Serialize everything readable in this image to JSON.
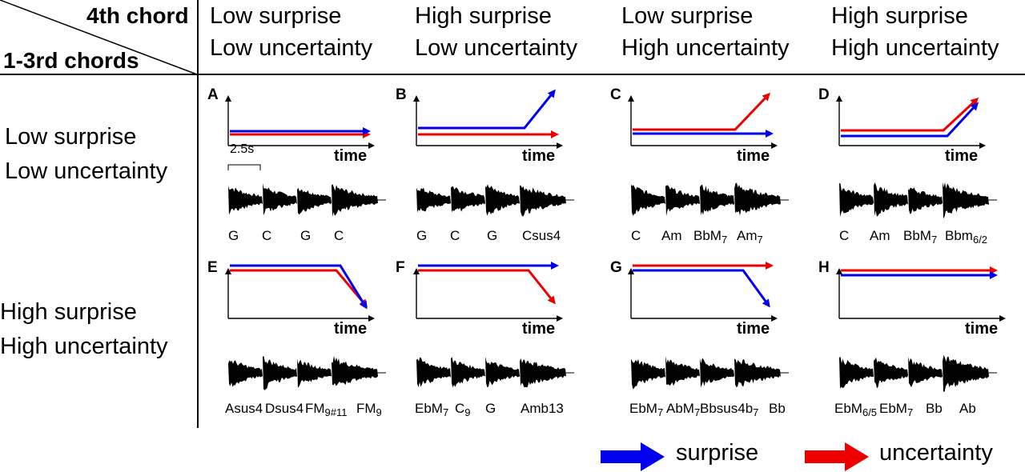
{
  "corner": {
    "top": "4th chord",
    "bottom": "1-3rd chords"
  },
  "columns": [
    {
      "line1": "Low surprise",
      "line2": "Low uncertainty"
    },
    {
      "line1": "High surprise",
      "line2": "Low uncertainty"
    },
    {
      "line1": "Low surprise",
      "line2": "High uncertainty"
    },
    {
      "line1": "High surprise",
      "line2": "High uncertainty"
    }
  ],
  "rows": [
    {
      "line1": "Low surprise",
      "line2": "Low uncertainty"
    },
    {
      "line1": "High surprise",
      "line2": "High uncertainty"
    }
  ],
  "axis_label": "time",
  "scale_bar": "2.5s",
  "panels": [
    {
      "letter": "A",
      "chords": [
        [
          "G",
          ""
        ],
        [
          "C",
          ""
        ],
        [
          "G",
          ""
        ],
        [
          "C",
          ""
        ]
      ]
    },
    {
      "letter": "B",
      "chords": [
        [
          "G",
          ""
        ],
        [
          "C",
          ""
        ],
        [
          "G",
          ""
        ],
        [
          "Csus4",
          ""
        ]
      ]
    },
    {
      "letter": "C",
      "chords": [
        [
          "C",
          ""
        ],
        [
          "Am",
          ""
        ],
        [
          "BbM",
          "7"
        ],
        [
          "Am",
          "7"
        ]
      ]
    },
    {
      "letter": "D",
      "chords": [
        [
          "C",
          ""
        ],
        [
          "Am",
          ""
        ],
        [
          "BbM",
          "7"
        ],
        [
          "Bbm",
          "6/2"
        ]
      ]
    },
    {
      "letter": "E",
      "chords": [
        [
          "Asus4",
          ""
        ],
        [
          "Dsus4",
          ""
        ],
        [
          "FM",
          "9#11"
        ],
        [
          "FM",
          "9"
        ]
      ]
    },
    {
      "letter": "F",
      "chords": [
        [
          "EbM",
          "7"
        ],
        [
          "C",
          "9"
        ],
        [
          "G",
          ""
        ],
        [
          "Amb13",
          ""
        ]
      ]
    },
    {
      "letter": "G",
      "chords": [
        [
          "EbM",
          "7"
        ],
        [
          "AbM",
          "7"
        ],
        [
          "Bbsus4b",
          "7"
        ],
        [
          "Bb",
          ""
        ]
      ]
    },
    {
      "letter": "H",
      "chords": [
        [
          "EbM",
          "6/5"
        ],
        [
          "EbM",
          "7"
        ],
        [
          "Bb",
          ""
        ],
        [
          "Ab",
          ""
        ]
      ]
    }
  ],
  "legend": {
    "surprise": {
      "label": "surprise",
      "color": "#0000ee"
    },
    "uncertainty": {
      "label": "uncertainty",
      "color": "#ee0000"
    }
  }
}
